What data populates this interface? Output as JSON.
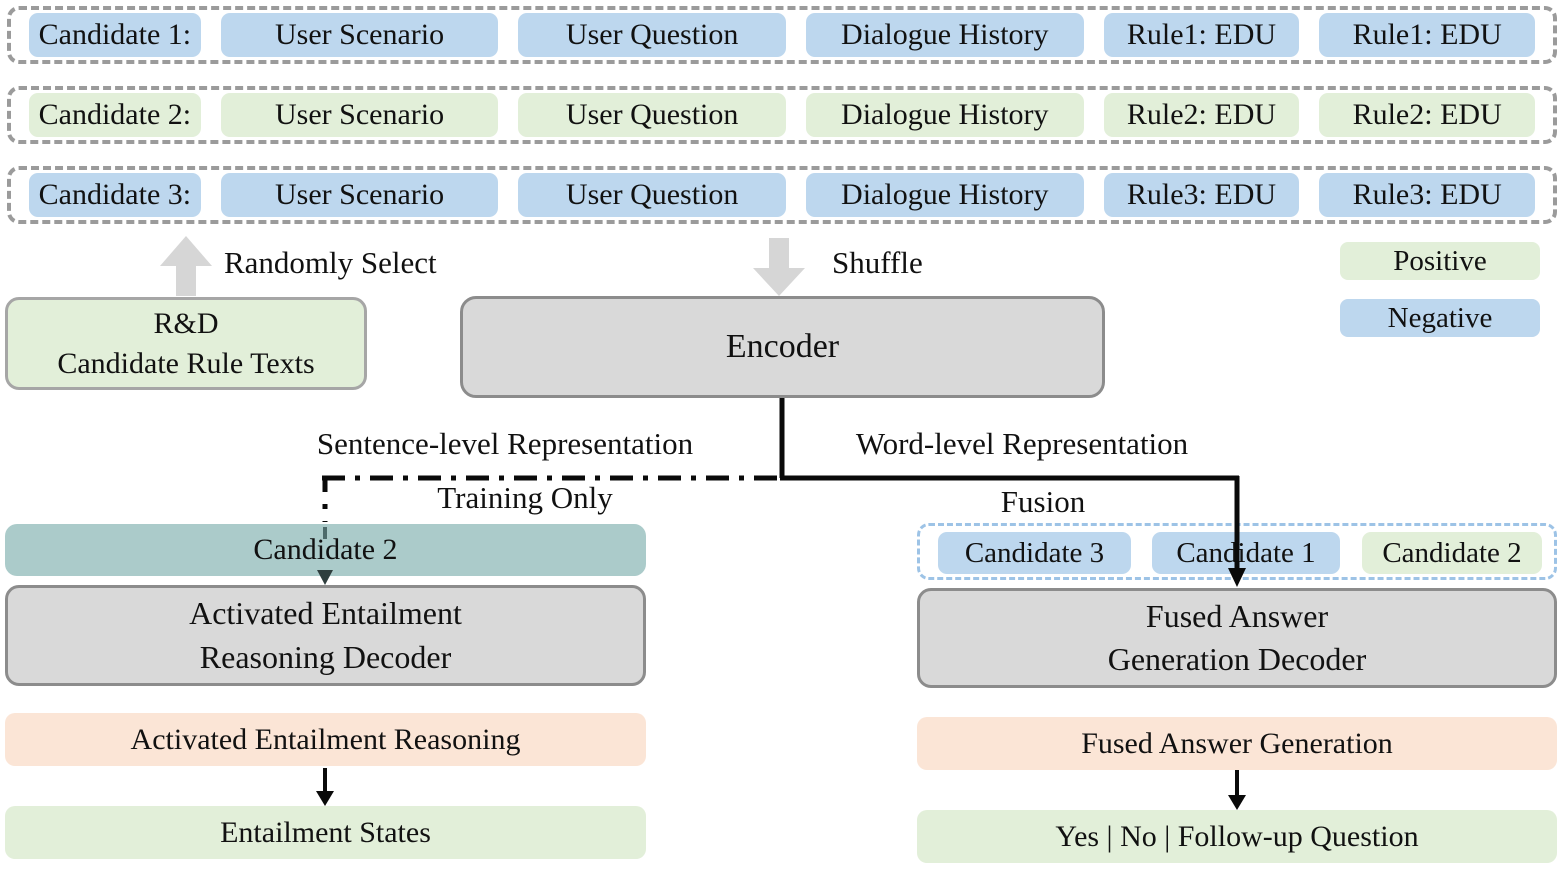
{
  "rows": [
    {
      "variant": "negative",
      "cells": [
        "Candidate 1:",
        "User Scenario",
        "User Question",
        "Dialogue History",
        "Rule1: EDU",
        "Rule1: EDU"
      ]
    },
    {
      "variant": "positive",
      "cells": [
        "Candidate 2:",
        "User Scenario",
        "User Question",
        "Dialogue History",
        "Rule2: EDU",
        "Rule2: EDU"
      ]
    },
    {
      "variant": "negative",
      "cells": [
        "Candidate 3:",
        "User Scenario",
        "User Question",
        "Dialogue History",
        "Rule3: EDU",
        "Rule3: EDU"
      ]
    }
  ],
  "flow_labels": {
    "randomly_select": "Randomly Select",
    "shuffle": "Shuffle",
    "sentence_level": "Sentence-level Representation",
    "word_level": "Word-level Representation",
    "training_only": "Training Only",
    "fusion": "Fusion"
  },
  "legend": {
    "positive": "Positive",
    "negative": "Negative"
  },
  "rd_box": {
    "line1": "R&D",
    "line2": "Candidate Rule Texts"
  },
  "encoder": {
    "label": "Encoder"
  },
  "left_branch": {
    "candidate": "Candidate 2",
    "decoder_line1": "Activated Entailment",
    "decoder_line2": "Reasoning Decoder",
    "task": "Activated Entailment Reasoning",
    "output": "Entailment States"
  },
  "right_branch": {
    "candidates": [
      {
        "label": "Candidate 3",
        "variant": "negative"
      },
      {
        "label": "Candidate 1",
        "variant": "negative"
      },
      {
        "label": "Candidate 2",
        "variant": "positive"
      }
    ],
    "decoder_line1": "Fused Answer",
    "decoder_line2": "Generation Decoder",
    "task": "Fused Answer Generation",
    "output": "Yes | No | Follow-up Question"
  },
  "colors": {
    "positive_green": "#e2efd9",
    "negative_blue": "#bdd7ee",
    "teal": "#abcbca",
    "gray_fill": "#d9d9d9",
    "gray_border": "#8c8c8c",
    "peach": "#fbe5d6",
    "row_dash_border": "#9b9b9b",
    "fusion_dash_border": "#9dc3e6",
    "block_arrow_gray": "#d6d6d6",
    "line_black": "#0a0a0a"
  }
}
